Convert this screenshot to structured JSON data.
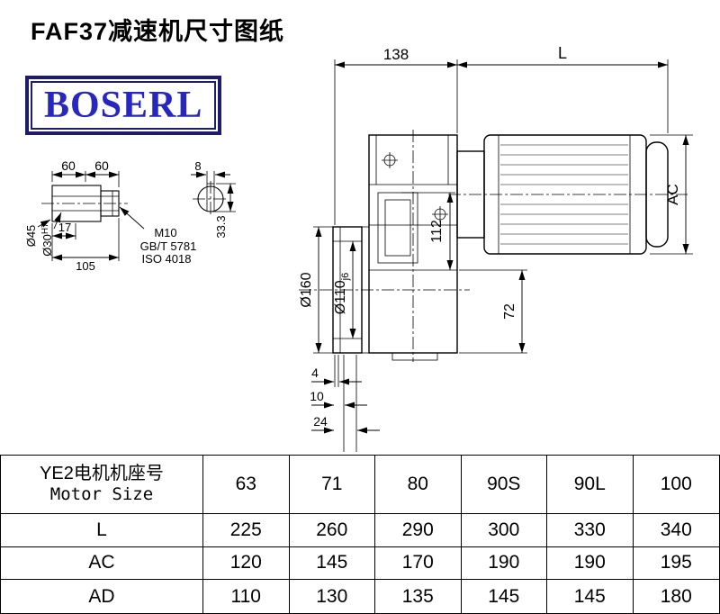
{
  "page": {
    "title": "FAF37减速机尺寸图纸",
    "brand": "BOSERL"
  },
  "drawing": {
    "top_dim_138": "138",
    "top_dim_L": "L",
    "dim_AC": "AC",
    "dim_112": "112",
    "dim_72": "72",
    "dim_d160": "Ø160",
    "dim_d110": "Ø110",
    "dim_d110_tol": "j6",
    "dim_4": "4",
    "dim_10": "10",
    "dim_24": "24",
    "shaft": {
      "dim_60a": "60",
      "dim_60b": "60",
      "dim_8": "8",
      "dim_d45": "Ø45",
      "dim_d30": "Ø30",
      "dim_d30_tol": "H7",
      "dim_17": "17",
      "dim_105": "105",
      "dim_333": "33.3",
      "thread": "M10",
      "std1": "GB/T 5781",
      "std2": "ISO 4018"
    }
  },
  "table": {
    "header_cn": "YE2电机机座号",
    "header_en": "Motor Size",
    "sizes": [
      "63",
      "71",
      "80",
      "90S",
      "90L",
      "100"
    ],
    "rows": [
      {
        "label": "L",
        "values": [
          "225",
          "260",
          "290",
          "300",
          "330",
          "340"
        ]
      },
      {
        "label": "AC",
        "values": [
          "120",
          "145",
          "170",
          "190",
          "190",
          "195"
        ]
      },
      {
        "label": "AD",
        "values": [
          "110",
          "130",
          "135",
          "145",
          "145",
          "180"
        ]
      }
    ]
  }
}
